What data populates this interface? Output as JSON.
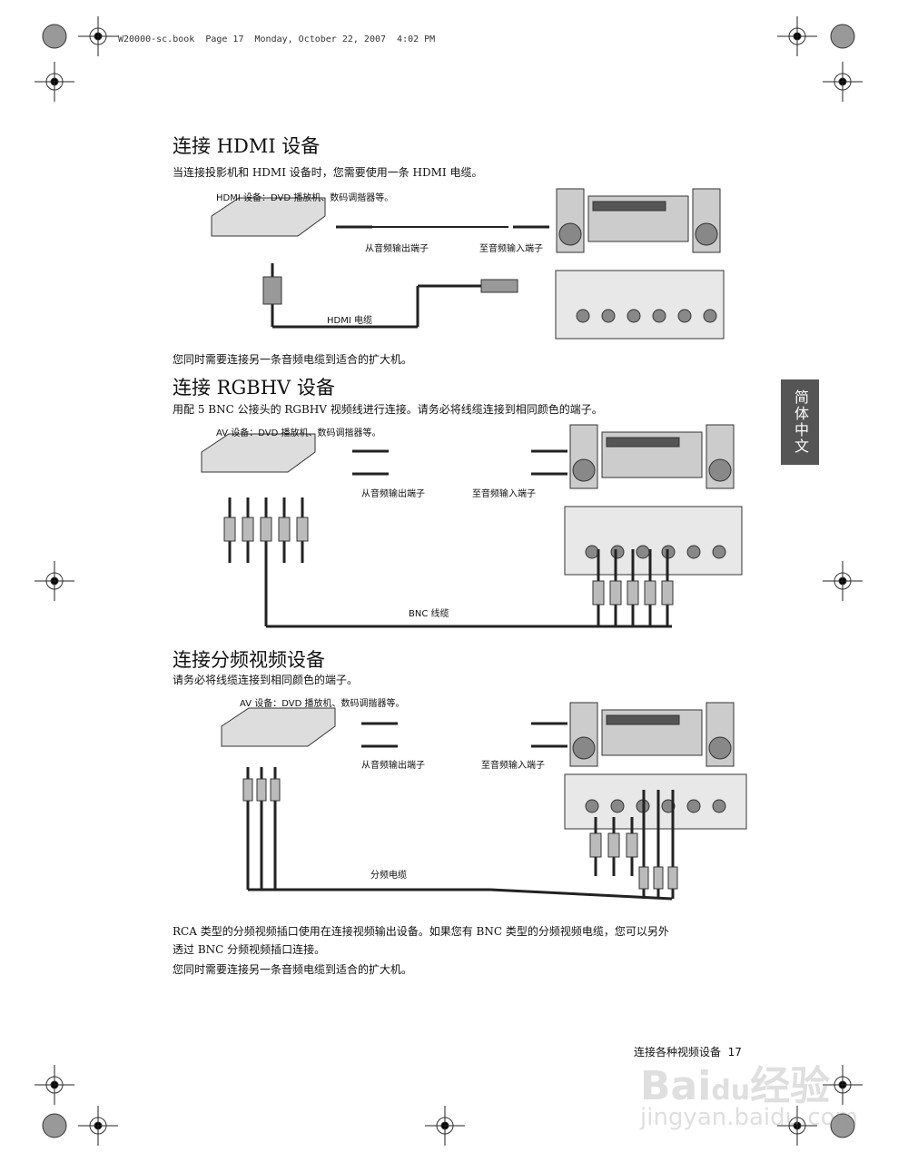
{
  "header_line": "W20000-sc.book  Page 17  Monday, October 22, 2007  4:02 PM",
  "side_tab": "简体中文",
  "sections": [
    {
      "title": "连接 HDMI 设备",
      "intro": "当连接投影机和 HDMI 设备时，您需要使用一条 HDMI 电缆。",
      "diagram": {
        "device_label": "HDMI 设备：DVD 播放机、数码调揩器等。",
        "audio_out": "从音频输出端子",
        "audio_in": "至音频输入端子",
        "cable": "HDMI 电缆"
      },
      "note": "您同时需要连接另一条音频电缆到适合的扩大机。"
    },
    {
      "title": "连接 RGBHV 设备",
      "intro": "用配 5 BNC 公接头的 RGBHV 视频线进行连接。请务必将线缆连接到相同颜色的端子。",
      "diagram": {
        "device_label": "AV 设备：DVD 播放机、数码调揩器等。",
        "audio_out": "从音频输出端子",
        "audio_in": "至音频输入端子",
        "cable": "BNC 线缆"
      }
    },
    {
      "title": "连接分频视频设备",
      "intro": "请务必将线缆连接到相同颜色的端子。",
      "diagram": {
        "device_label": "AV 设备：DVD 播放机、数码调揩器等。",
        "audio_out": "从音频输出端子",
        "audio_in": "至音频输入端子",
        "cable": "分频电缆"
      },
      "notes": [
        "RCA 类型的分频视频插口使用在连接视频输出设备。如果您有 BNC 类型的分频视频电缆，您可以另外",
        "透过 BNC 分频视频插口连接。",
        "您同时需要连接另一条音频电缆到适合的扩大机。"
      ]
    }
  ],
  "footer": {
    "section": "连接各种视频设备",
    "page": "17"
  },
  "watermark": {
    "logo": "Baidu经验",
    "url": "jingyan.baidu.com"
  }
}
